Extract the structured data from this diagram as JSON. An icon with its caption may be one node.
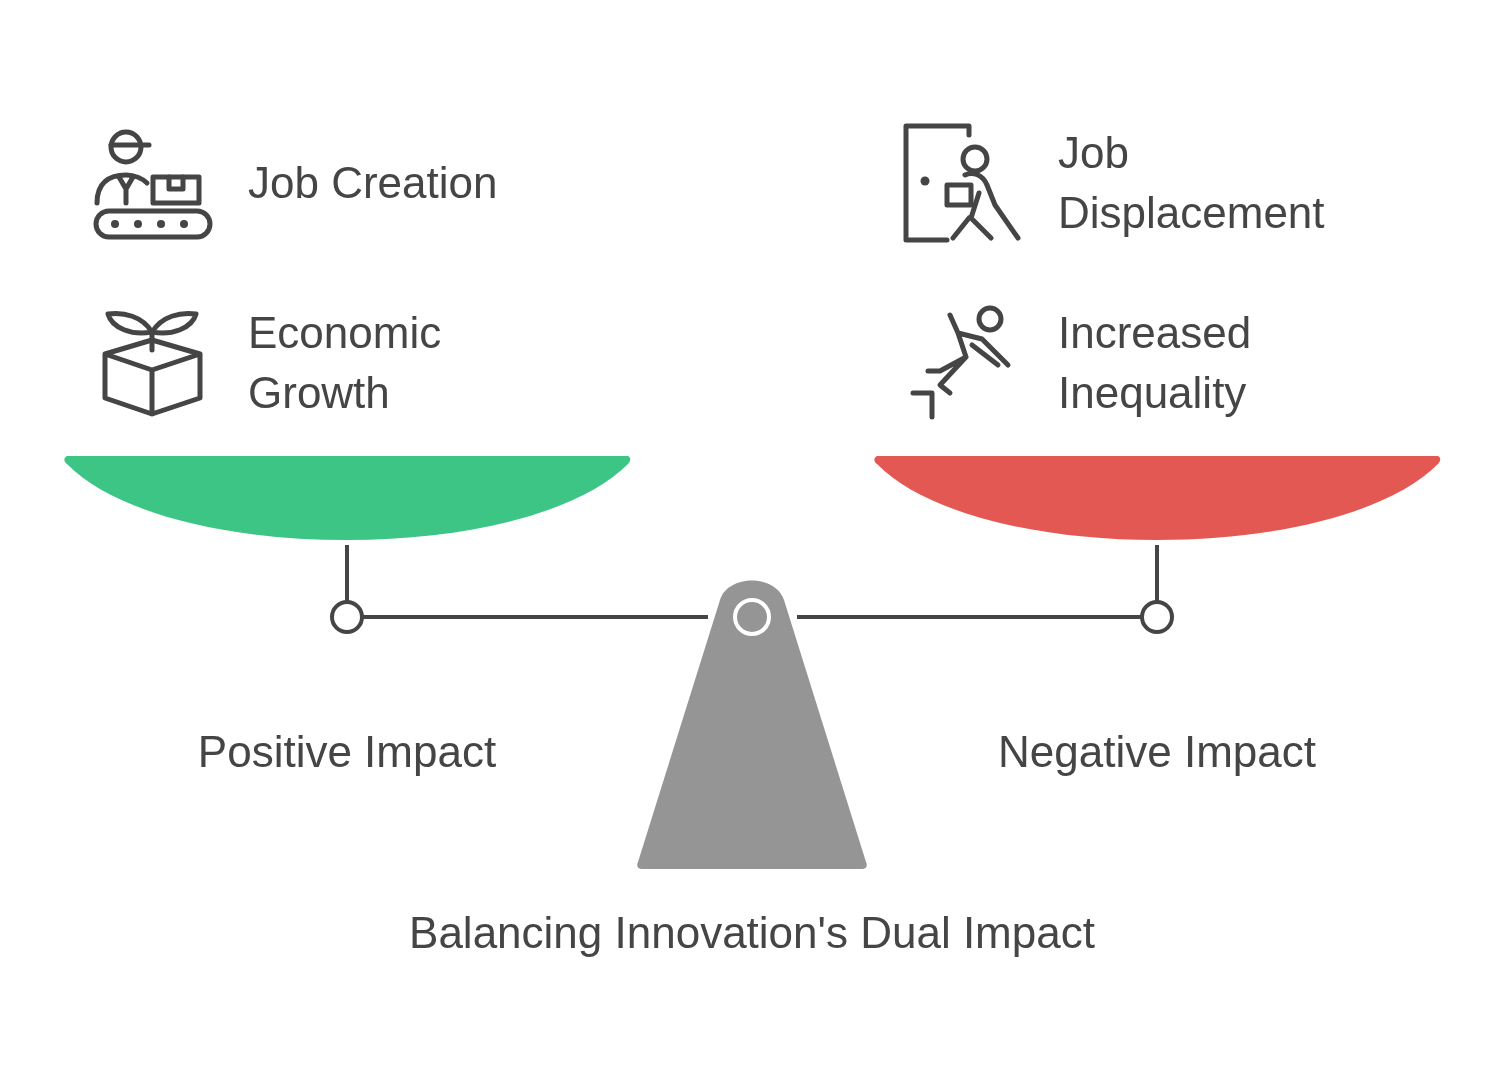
{
  "diagram": {
    "caption": "Balancing Innovation's Dual Impact",
    "labels": [
      "Job Creation",
      "Economic Growth",
      "Job Displacement",
      "Increased Inequality",
      "Positive Impact",
      "Negative Impact"
    ]
  }
}
